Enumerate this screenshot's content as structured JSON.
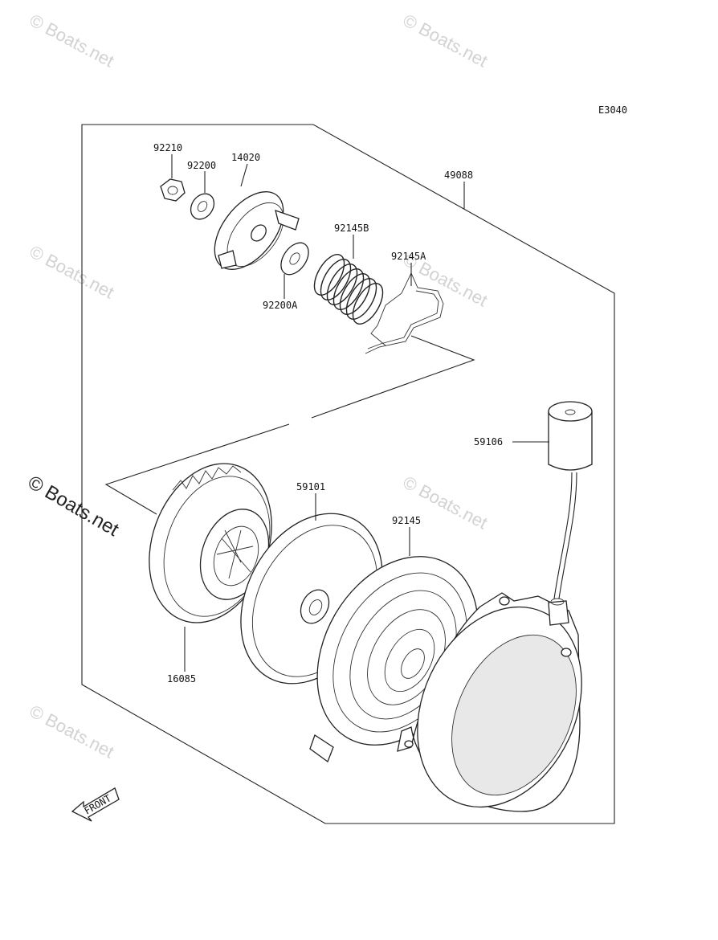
{
  "diagram": {
    "code": "E3040",
    "front_label": "FRONT",
    "watermarks": [
      "© Boats.net",
      "© Boats.net",
      "© Boats.net",
      "© Boats.net",
      "© Boats.net",
      "© Boats.net",
      "© Boats.net",
      "© Boats.net"
    ],
    "callouts": [
      {
        "id": "92210",
        "text": "92210"
      },
      {
        "id": "92200",
        "text": "92200"
      },
      {
        "id": "14020",
        "text": "14020"
      },
      {
        "id": "49088",
        "text": "49088"
      },
      {
        "id": "92145B",
        "text": "92145B"
      },
      {
        "id": "92145A",
        "text": "92145A"
      },
      {
        "id": "92200A",
        "text": "92200A"
      },
      {
        "id": "59106",
        "text": "59106"
      },
      {
        "id": "59101",
        "text": "59101"
      },
      {
        "id": "92145",
        "text": "92145"
      },
      {
        "id": "16085",
        "text": "16085"
      }
    ]
  }
}
